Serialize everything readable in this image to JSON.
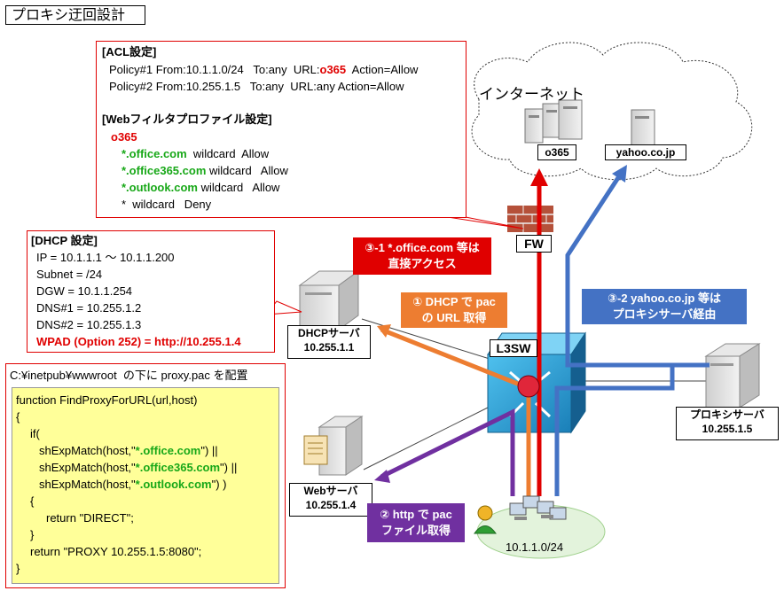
{
  "title": "プロキシ迂回設計",
  "acl": {
    "heading": "[ACL設定]",
    "p1_a": "Policy#1 From:10.1.1.0/24   To:any  URL:",
    "p1_b": "o365",
    "p1_c": "  Action=Allow",
    "p2": "Policy#2 From:10.255.1.5   To:any  URL:any Action=Allow"
  },
  "webfilter": {
    "heading": "[Webフィルタプロファイル設定]",
    "profile": "o365",
    "r1_a": "*.office.com",
    "r1_b": "  wildcard  Allow",
    "r2_a": "*.office365.com",
    "r2_b": " wildcard   Allow",
    "r3_a": "*.outlook.com",
    "r3_b": " wildcard   Allow",
    "r4": "*  wildcard   Deny"
  },
  "dhcp": {
    "heading": "[DHCP 設定]",
    "l1": "IP = 10.1.1.1 ～ 10.1.1.200",
    "l2": "Subnet = /24",
    "l3": "DGW = 10.1.1.254",
    "l4": "DNS#1 = 10.255.1.2",
    "l5": "DNS#2 = 10.255.1.3",
    "l6": "WPAD (Option 252) = http://10.255.1.4"
  },
  "pac": {
    "path": "C:¥inetpub¥wwwroot  の下に proxy.pac を配置",
    "c1": "function FindProxyForURL(url,host)",
    "c2": "{",
    "c3": "if(",
    "c4a": "shExpMatch(host,\"",
    "c4b": "*.office.com",
    "c4c": "\") ||",
    "c5a": "shExpMatch(host,\"",
    "c5b": "*.office365.com",
    "c5c": "\") ||",
    "c6a": "shExpMatch(host,\"",
    "c6b": "*.outlook.com",
    "c6c": "\") )",
    "c7": "{",
    "c8": "return \"DIRECT\";",
    "c9": "}",
    "c10": "return \"PROXY 10.255.1.5:8080\";",
    "c11": "}"
  },
  "nodes": {
    "internet": "インターネット",
    "o365": "o365",
    "yahoo": "yahoo.co.jp",
    "fw": "FW",
    "l3sw": "L3SW",
    "dhcp_name": "DHCPサーバ",
    "dhcp_ip": "10.255.1.1",
    "web_name": "Webサーバ",
    "web_ip": "10.255.1.4",
    "proxy_name": "プロキシサーバ",
    "proxy_ip": "10.255.1.5",
    "subnet": "10.1.1.0/24"
  },
  "callouts": {
    "c31_l1": "③-1 *.office.com 等は",
    "c31_l2": "直接アクセス",
    "c1_l1": "① DHCP で pac",
    "c1_l2": "の URL 取得",
    "c32_l1": "③-2 yahoo.co.jp 等は",
    "c32_l2": "プロキシサーバ経由",
    "c2_l1": "② http で pac",
    "c2_l2": "ファイル取得"
  },
  "colors": {
    "red": "#e00000",
    "orange": "#ed7d31",
    "blue": "#4472c4",
    "purple": "#7030a0",
    "green": "#18a818",
    "note_yellow": "#ffff99",
    "switch": "#1f8fc8"
  }
}
